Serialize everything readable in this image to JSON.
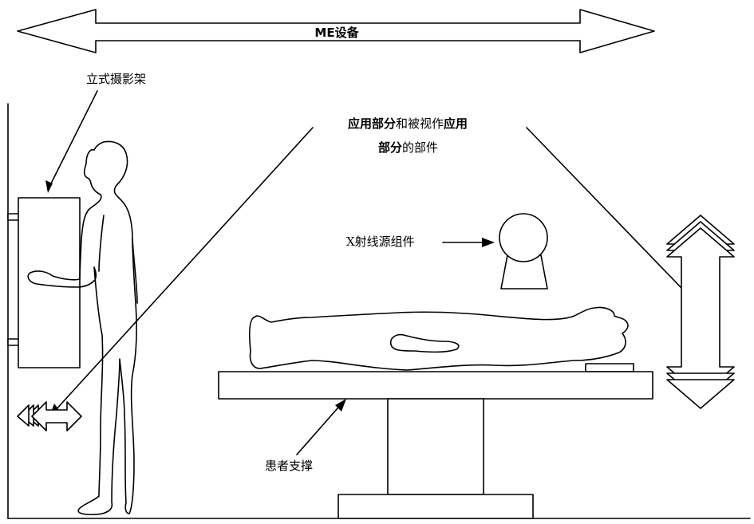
{
  "labels": {
    "me_equipment": "ME设备",
    "upright_stand": "立式摄影架",
    "applied_parts_line1_bold": "应用部分",
    "applied_parts_line1_normal": "和被视作",
    "applied_parts_line1_bold2": "应用",
    "applied_parts_line2_bold": "部分",
    "applied_parts_line2_normal": "的部件",
    "xray_source": "X射线源组件",
    "patient_support": "患者支撑"
  },
  "colors": {
    "stroke": "#000000",
    "background": "#ffffff"
  }
}
